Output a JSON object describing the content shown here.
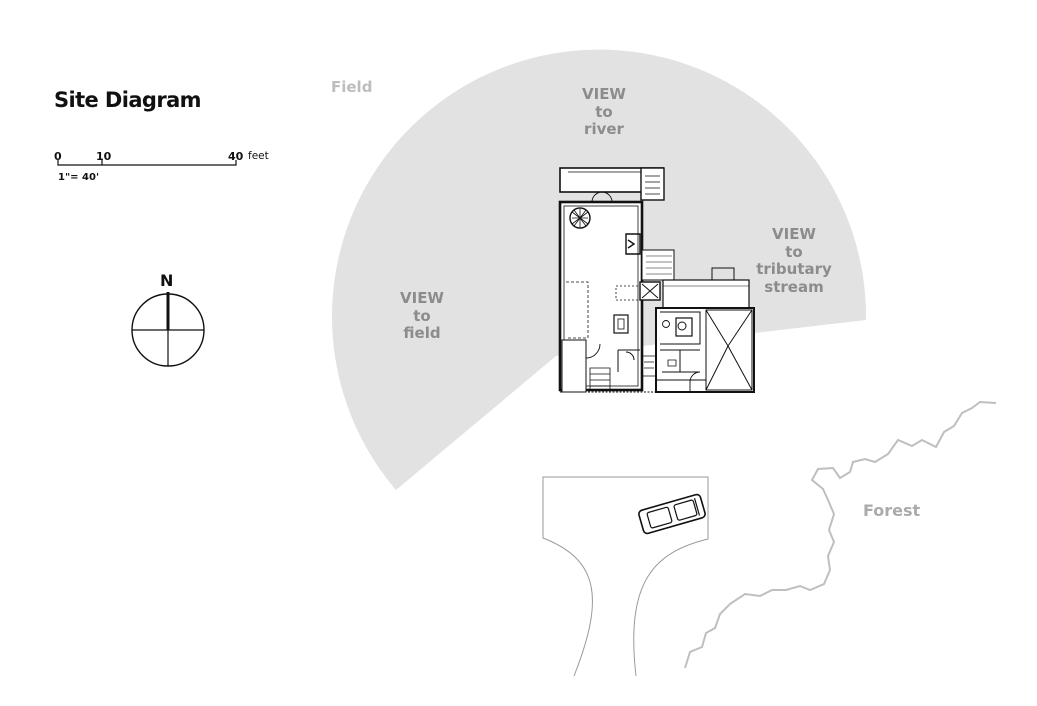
{
  "title": "Site Diagram",
  "scale": {
    "tick_labels": [
      "0",
      "10",
      "40"
    ],
    "unit": "feet",
    "ratio": "1\"= 40'"
  },
  "compass": {
    "label": "N"
  },
  "labels": {
    "field": "Field",
    "forest": "Forest",
    "view_river": [
      "VIEW",
      "to",
      "river"
    ],
    "view_field": [
      "VIEW",
      "to",
      "field"
    ],
    "view_stream": [
      "VIEW",
      "to",
      "tributary",
      "stream"
    ]
  },
  "colors": {
    "view_fan": "#e2e2e2",
    "view_text": "#8c8c8c",
    "field_text": "#bdbdbd",
    "forest_edge": "#bfbfbf",
    "ink": "#111111"
  }
}
